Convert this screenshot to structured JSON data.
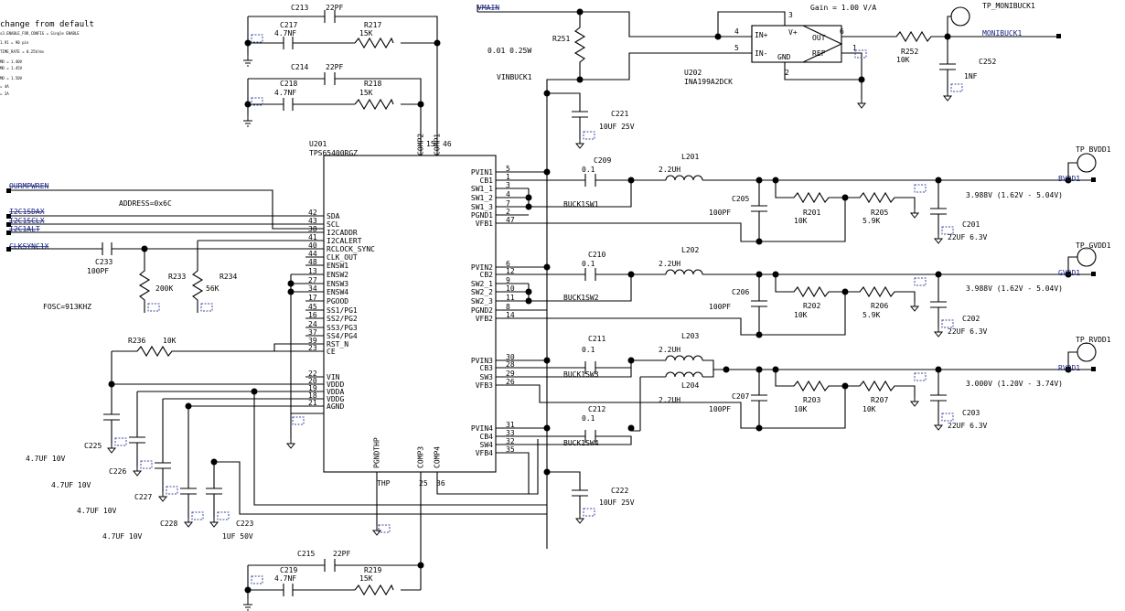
{
  "header": {
    "title": "change from default",
    "notes": [
      "s3.ENABLE_FOR_CONFIG = Single ENABLE",
      "1.91 = 90 pin",
      "TIME_RATE = 0.25V/ms",
      "MD = 1.40V",
      "MD = 1.45V",
      "MD = 1.50V",
      "= 4A",
      "= 2A"
    ]
  },
  "nets": {
    "vmain": "VMAIN",
    "vinbuck": "VINBUCK1",
    "shunt_value": "0.01 0.25W",
    "monibuck": "MONIBUCK1",
    "bvdd": "BVDD1",
    "gvdd": "GVDD1",
    "rvdd": "RVDD1",
    "pmic_en": "OURMPWREN",
    "i2c_sda": "I2C1SDAX",
    "i2c_scl": "I2C1SCLX",
    "i2c_alt": "I2C1ALT",
    "clk_sync": "CLKSYNC1X",
    "buck1sw1": "BUCK1SW1",
    "buck1sw2": "BUCK1SW2",
    "buck1sw3": "BUCK1SW3",
    "buck1sw4": "BUCK1SW4"
  },
  "gain_note": "Gain = 1.00 V/A",
  "address_note": "ADDRESS=0x6C",
  "fosc_note": "FOSC=913KHZ",
  "testpoints": {
    "moni": "TP_MONIBUCK1",
    "bvdd": "TP_BVDD1",
    "gvdd": "TP_GVDD1",
    "rvdd": "TP_RVDD1"
  },
  "ic_main": {
    "ref": "U201",
    "part": "TPS65400RGZ",
    "left_pins": [
      {
        "num": "42",
        "name": "SDA"
      },
      {
        "num": "43",
        "name": "SCL"
      },
      {
        "num": "38",
        "name": "I2CADDR"
      },
      {
        "num": "41",
        "name": "I2CALERT"
      },
      {
        "num": "40",
        "name": "RCLOCK_SYNC"
      },
      {
        "num": "44",
        "name": "CLK_OUT"
      },
      {
        "num": "48",
        "name": "ENSW1"
      },
      {
        "num": "13",
        "name": "ENSW2"
      },
      {
        "num": "27",
        "name": "ENSW3"
      },
      {
        "num": "34",
        "name": "ENSW4"
      },
      {
        "num": "17",
        "name": "PGOOD"
      },
      {
        "num": "45",
        "name": "SS1/PG1"
      },
      {
        "num": "16",
        "name": "SS2/PG2"
      },
      {
        "num": "24",
        "name": "SS3/PG3"
      },
      {
        "num": "37",
        "name": "SS4/PG4"
      },
      {
        "num": "39",
        "name": "RST_N"
      },
      {
        "num": "23",
        "name": "CE"
      },
      {
        "num": "22",
        "name": "VIN"
      },
      {
        "num": "20",
        "name": "VDDD"
      },
      {
        "num": "19",
        "name": "VDDA"
      },
      {
        "num": "18",
        "name": "VDDG"
      },
      {
        "num": "21",
        "name": "AGND"
      }
    ],
    "right_pins": [
      {
        "num": "5",
        "name": "PVIN1"
      },
      {
        "num": "1",
        "name": "CB1"
      },
      {
        "num": "3",
        "name": "SW1_1"
      },
      {
        "num": "4",
        "name": "SW1_2"
      },
      {
        "num": "7",
        "name": "SW1_3"
      },
      {
        "num": "2",
        "name": "PGND1"
      },
      {
        "num": "47",
        "name": "VFB1"
      },
      {
        "num": "6",
        "name": "PVIN2"
      },
      {
        "num": "12",
        "name": "CB2"
      },
      {
        "num": "9",
        "name": "SW2_1"
      },
      {
        "num": "10",
        "name": "SW2_2"
      },
      {
        "num": "11",
        "name": "SW2_3"
      },
      {
        "num": "8",
        "name": "PGND2"
      },
      {
        "num": "14",
        "name": "VFB2"
      },
      {
        "num": "30",
        "name": "PVIN3"
      },
      {
        "num": "28",
        "name": "CB3"
      },
      {
        "num": "29",
        "name": "SW3"
      },
      {
        "num": "26",
        "name": "VFB3"
      },
      {
        "num": "31",
        "name": "PVIN4"
      },
      {
        "num": "33",
        "name": "CB4"
      },
      {
        "num": "32",
        "name": "SW4"
      },
      {
        "num": "35",
        "name": "VFB4"
      }
    ],
    "top_pins": [
      {
        "num": "15",
        "name": "COMP2"
      },
      {
        "num": "46",
        "name": "COMP1"
      }
    ],
    "bottom_pins": [
      {
        "num": "",
        "name": "PGNDTHP"
      },
      {
        "num": "25",
        "name": "COMP3"
      },
      {
        "num": "36",
        "name": "COMP4"
      }
    ],
    "thp": "THP"
  },
  "ic_sense": {
    "ref": "U202",
    "part": "INA199A2DCK",
    "pins": [
      {
        "num": "4",
        "name": "IN+"
      },
      {
        "num": "5",
        "name": "IN-"
      },
      {
        "num": "3",
        "name": "V+"
      },
      {
        "num": "2",
        "name": "GND"
      },
      {
        "num": "6",
        "name": "OUT"
      },
      {
        "num": "1",
        "name": "REF"
      }
    ]
  },
  "components": {
    "C213": {
      "ref": "C213",
      "value": "22PF"
    },
    "C217": {
      "ref": "C217",
      "value": "4.7NF"
    },
    "R217": {
      "ref": "R217",
      "value": "15K"
    },
    "C214": {
      "ref": "C214",
      "value": "22PF"
    },
    "C218": {
      "ref": "C218",
      "value": "4.7NF"
    },
    "R218": {
      "ref": "R218",
      "value": "15K"
    },
    "C215": {
      "ref": "C215",
      "value": "22PF"
    },
    "C219": {
      "ref": "C219",
      "value": "4.7NF"
    },
    "R219": {
      "ref": "R219",
      "value": "15K"
    },
    "R251": {
      "ref": "R251",
      "value": ""
    },
    "R252": {
      "ref": "R252",
      "value": "10K"
    },
    "C252": {
      "ref": "C252",
      "value": "1NF"
    },
    "C221": {
      "ref": "C221",
      "value": "10UF 25V"
    },
    "C222": {
      "ref": "C222",
      "value": "10UF 25V"
    },
    "C233": {
      "ref": "C233",
      "value": "100PF"
    },
    "R233": {
      "ref": "R233",
      "value": "200K"
    },
    "R234": {
      "ref": "R234",
      "value": "56K"
    },
    "R236": {
      "ref": "R236",
      "value": "10K"
    },
    "C225": {
      "ref": "C225",
      "value": "4.7UF 10V"
    },
    "C226": {
      "ref": "C226",
      "value": "4.7UF 10V"
    },
    "C227": {
      "ref": "C227",
      "value": "4.7UF 10V"
    },
    "C228": {
      "ref": "C228",
      "value": "4.7UF 10V"
    },
    "C223": {
      "ref": "C223",
      "value": "1UF 50V"
    },
    "C209": {
      "ref": "C209",
      "value": "0.1"
    },
    "C210": {
      "ref": "C210",
      "value": "0.1"
    },
    "C211": {
      "ref": "C211",
      "value": "0.1"
    },
    "C212": {
      "ref": "C212",
      "value": "0.1"
    },
    "L201": {
      "ref": "L201",
      "value": "2.2UH"
    },
    "L202": {
      "ref": "L202",
      "value": "2.2UH"
    },
    "L203": {
      "ref": "L203",
      "value": "2.2UH"
    },
    "L204": {
      "ref": "L204",
      "value": "2.2UH"
    },
    "C205": {
      "ref": "C205",
      "value": "100PF"
    },
    "C206": {
      "ref": "C206",
      "value": "100PF"
    },
    "C207": {
      "ref": "C207",
      "value": "100PF"
    },
    "R201": {
      "ref": "R201",
      "value": "10K"
    },
    "R202": {
      "ref": "R202",
      "value": "10K"
    },
    "R203": {
      "ref": "R203",
      "value": "10K"
    },
    "R205": {
      "ref": "R205",
      "value": "5.9K"
    },
    "R206": {
      "ref": "R206",
      "value": "5.9K"
    },
    "R207": {
      "ref": "R207",
      "value": "10K"
    },
    "C201": {
      "ref": "C201",
      "value": "22UF 6.3V"
    },
    "C202": {
      "ref": "C202",
      "value": "22UF 6.3V"
    },
    "C203": {
      "ref": "C203",
      "value": "22UF 6.3V"
    }
  },
  "rail_notes": {
    "bvdd": "3.988V (1.62V - 5.04V)",
    "gvdd": "3.988V (1.62V - 5.04V)",
    "rvdd": "3.000V (1.20V - 3.74V)"
  }
}
